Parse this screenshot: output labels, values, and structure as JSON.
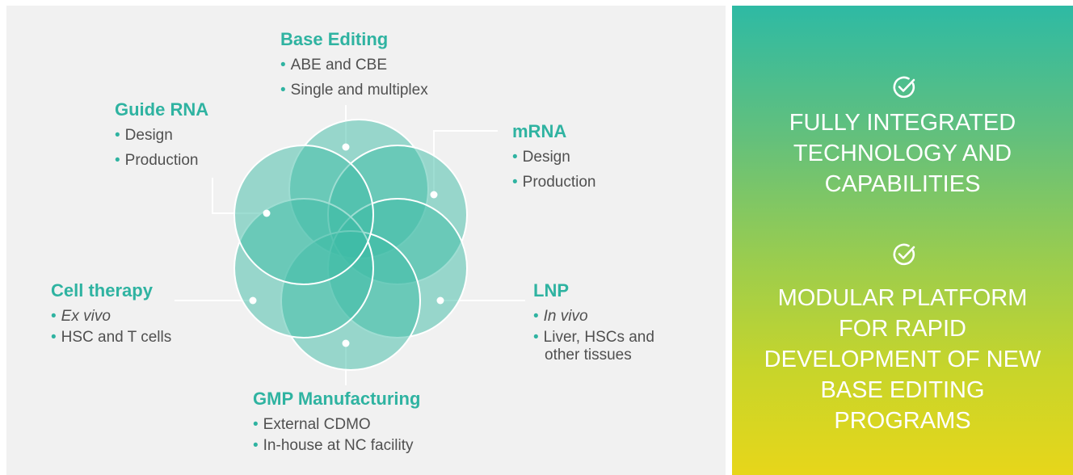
{
  "blocks": {
    "base_editing": {
      "title": "Base Editing",
      "items": [
        "ABE and CBE",
        "Single and multiplex"
      ]
    },
    "guide_rna": {
      "title": "Guide RNA",
      "items": [
        "Design",
        "Production"
      ]
    },
    "mrna": {
      "title": "mRNA",
      "items": [
        "Design",
        "Production"
      ]
    },
    "cell_therapy": {
      "title": "Cell therapy",
      "items": [
        "Ex vivo",
        "HSC and T cells"
      ]
    },
    "lnp": {
      "title": "LNP",
      "items": [
        "In vivo",
        "Liver, HSCs and",
        "other tissues"
      ]
    },
    "gmp": {
      "title": "GMP Manufacturing",
      "items": [
        "External CDMO",
        "In-house at NC facility"
      ]
    }
  },
  "bullet": "•",
  "right_panel": {
    "statement_1": "FULLY INTEGRATED\nTECHNOLOGY AND\nCAPABILITIES",
    "statement_2": "MODULAR  PLATFORM\nFOR RAPID\nDEVELOPMENT OF NEW\nBASE EDITING\nPROGRAMS",
    "icon": "check-circle-icon"
  },
  "colors": {
    "accent": "#2fb3a1",
    "circle_fill": "#3dbba6",
    "text": "#505050"
  }
}
